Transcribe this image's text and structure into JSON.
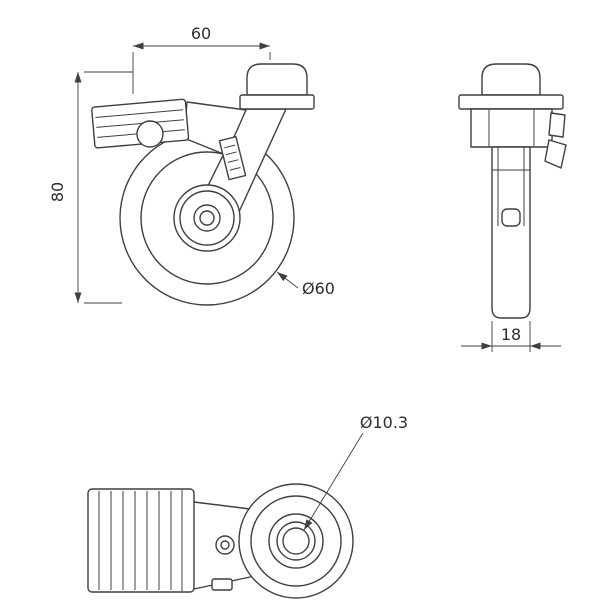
{
  "drawing": {
    "colors": {
      "line": "#3f3f3f",
      "background": "#ffffff"
    },
    "dimensions": {
      "top_width": "60",
      "overall_height": "80",
      "wheel_diameter": "Ø60",
      "wheel_width": "18",
      "bolt_hole_diameter": "Ø10.3"
    }
  }
}
